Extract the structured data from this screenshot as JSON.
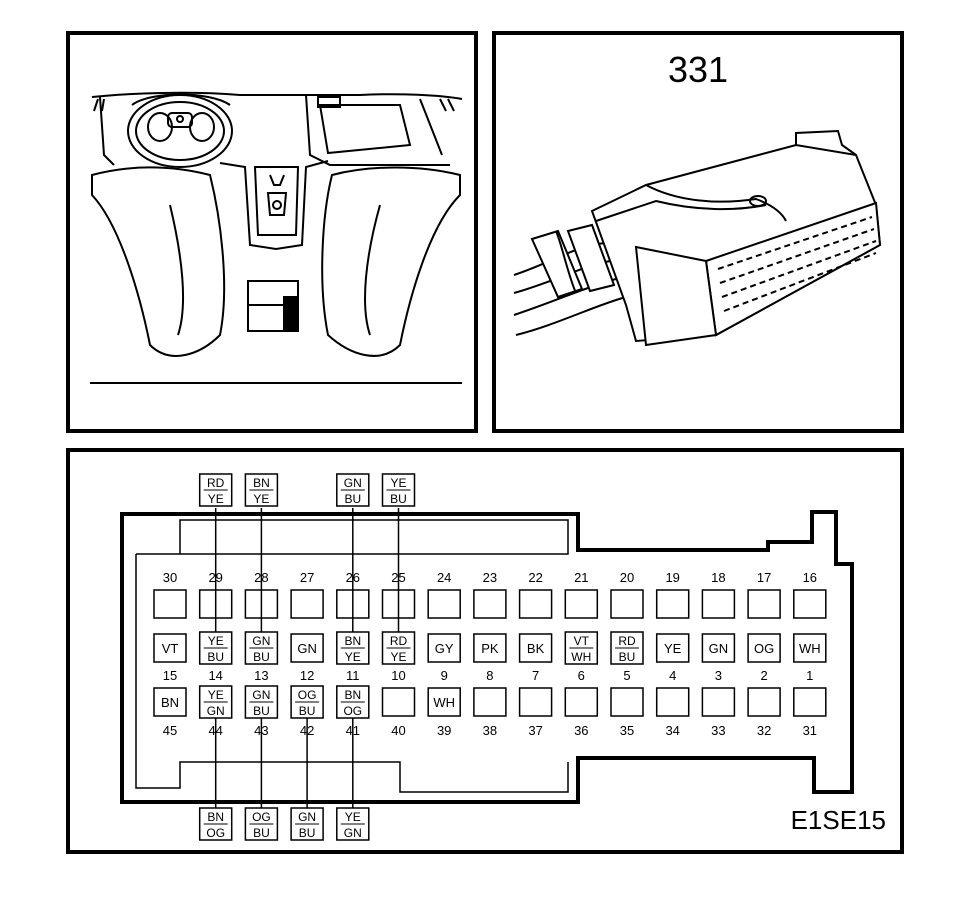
{
  "connector_number": "331",
  "figure_code": "E1SE15",
  "pinout": {
    "top_numbers": [
      "30",
      "29",
      "28",
      "27",
      "26",
      "25",
      "24",
      "23",
      "22",
      "21",
      "20",
      "19",
      "18",
      "17",
      "16"
    ],
    "middle_row": [
      {
        "pin": "15",
        "colors": [
          "VT"
        ]
      },
      {
        "pin": "14",
        "colors": [
          "YE",
          "BU"
        ]
      },
      {
        "pin": "13",
        "colors": [
          "GN",
          "BU"
        ]
      },
      {
        "pin": "12",
        "colors": [
          "GN"
        ]
      },
      {
        "pin": "11",
        "colors": [
          "BN",
          "YE"
        ]
      },
      {
        "pin": "10",
        "colors": [
          "RD",
          "YE"
        ]
      },
      {
        "pin": "9",
        "colors": [
          "GY"
        ]
      },
      {
        "pin": "8",
        "colors": [
          "PK"
        ]
      },
      {
        "pin": "7",
        "colors": [
          "BK"
        ]
      },
      {
        "pin": "6",
        "colors": [
          "VT",
          "WH"
        ]
      },
      {
        "pin": "5",
        "colors": [
          "RD",
          "BU"
        ]
      },
      {
        "pin": "4",
        "colors": [
          "YE"
        ]
      },
      {
        "pin": "3",
        "colors": [
          "GN"
        ]
      },
      {
        "pin": "2",
        "colors": [
          "OG"
        ]
      },
      {
        "pin": "1",
        "colors": [
          "WH"
        ]
      }
    ],
    "bottom_row": [
      {
        "pin": "45",
        "colors": [
          "BN"
        ]
      },
      {
        "pin": "44",
        "colors": [
          "YE",
          "GN"
        ]
      },
      {
        "pin": "43",
        "colors": [
          "GN",
          "BU"
        ]
      },
      {
        "pin": "42",
        "colors": [
          "OG",
          "BU"
        ]
      },
      {
        "pin": "41",
        "colors": [
          "BN",
          "OG"
        ]
      },
      {
        "pin": "40",
        "colors": []
      },
      {
        "pin": "39",
        "colors": [
          "WH"
        ]
      },
      {
        "pin": "38",
        "colors": []
      },
      {
        "pin": "37",
        "colors": []
      },
      {
        "pin": "36",
        "colors": []
      },
      {
        "pin": "35",
        "colors": []
      },
      {
        "pin": "34",
        "colors": []
      },
      {
        "pin": "33",
        "colors": []
      },
      {
        "pin": "32",
        "colors": []
      },
      {
        "pin": "31",
        "colors": []
      }
    ],
    "top_callouts": [
      {
        "colors": [
          "RD",
          "YE"
        ],
        "pin": "29"
      },
      {
        "colors": [
          "BN",
          "YE"
        ],
        "pin": "28"
      },
      {
        "colors": [
          "GN",
          "BU"
        ],
        "pin": "26"
      },
      {
        "colors": [
          "YE",
          "BU"
        ],
        "pin": "25"
      }
    ],
    "bottom_callouts": [
      {
        "colors": [
          "BN",
          "OG"
        ],
        "pin": "44"
      },
      {
        "colors": [
          "OG",
          "BU"
        ],
        "pin": "43"
      },
      {
        "colors": [
          "GN",
          "BU"
        ],
        "pin": "42"
      },
      {
        "colors": [
          "YE",
          "GN"
        ],
        "pin": "41"
      }
    ]
  }
}
